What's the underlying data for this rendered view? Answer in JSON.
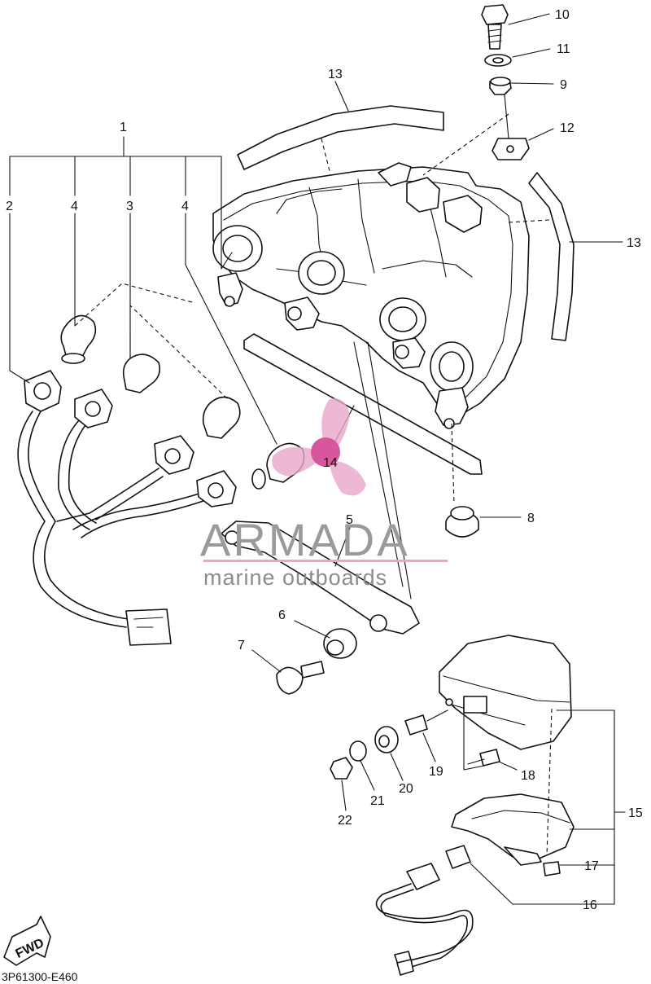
{
  "diagram": {
    "code": "3P61300-E460",
    "fwd_label": "FWD",
    "callouts": [
      {
        "id": "c1",
        "text": "1"
      },
      {
        "id": "c2",
        "text": "2"
      },
      {
        "id": "c3",
        "text": "3"
      },
      {
        "id": "c4a",
        "text": "4"
      },
      {
        "id": "c4b",
        "text": "4"
      },
      {
        "id": "c5",
        "text": "5"
      },
      {
        "id": "c6",
        "text": "6"
      },
      {
        "id": "c7",
        "text": "7"
      },
      {
        "id": "c8",
        "text": "8"
      },
      {
        "id": "c9",
        "text": "9"
      },
      {
        "id": "c10",
        "text": "10"
      },
      {
        "id": "c11",
        "text": "11"
      },
      {
        "id": "c12",
        "text": "12"
      },
      {
        "id": "c13a",
        "text": "13"
      },
      {
        "id": "c13b",
        "text": "13"
      },
      {
        "id": "c14",
        "text": "14"
      },
      {
        "id": "c15",
        "text": "15"
      },
      {
        "id": "c16",
        "text": "16"
      },
      {
        "id": "c17",
        "text": "17"
      },
      {
        "id": "c18",
        "text": "18"
      },
      {
        "id": "c19",
        "text": "19"
      },
      {
        "id": "c20",
        "text": "20"
      },
      {
        "id": "c21",
        "text": "21"
      },
      {
        "id": "c22",
        "text": "22"
      }
    ]
  },
  "watermark": {
    "brand": "ARMADA",
    "tagline": "marine outboards",
    "colors": {
      "logo_pink": "#e8a6c8",
      "logo_magenta": "#d8569b",
      "text_gray": "#9a9a9a"
    }
  }
}
